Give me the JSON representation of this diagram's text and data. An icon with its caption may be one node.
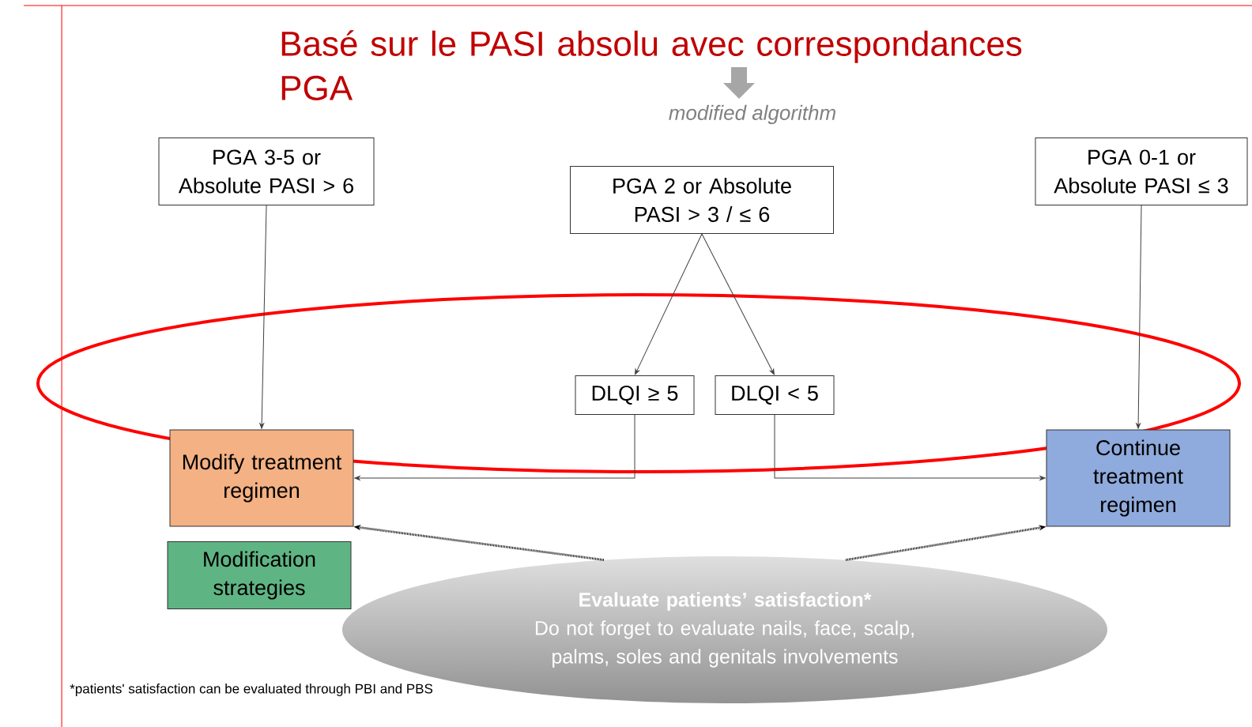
{
  "diagram": {
    "title": "Basé sur le PASI absolu avec correspondances PGA",
    "nodes": [
      {
        "text": [
          "PGA 3-5 or Absolute PASI > 6"
        ]
      },
      {
        "text": [
          "PGA 2 or Absolute PASI > 3 / ≤ 6"
        ]
      },
      {
        "text": [
          "PGA 0-1 or Absolute PASI ≤ 3"
        ]
      },
      {
        "text": [
          "DLQI ≥ 5"
        ]
      },
      {
        "text": [
          "DLQI < 5"
        ]
      },
      {
        "text": [
          "Modify treatment regimen"
        ]
      },
      {
        "text": [
          "Continue treatment regimen"
        ]
      },
      {
        "text": [
          "Modification strategies"
        ]
      },
      {
        "text": [
          "Evaluate patients’ satisfaction*",
          "Do not forget to evaluate nails, face, scalp, palms, soles and genitals involvements"
        ]
      }
    ],
    "edges": [
      {
        "from": 0,
        "to": 5,
        "arrow": "to"
      },
      {
        "from": 1,
        "to": 3,
        "arrow": "to"
      },
      {
        "from": 1,
        "to": 4,
        "arrow": "to"
      },
      {
        "from": 2,
        "to": 6,
        "arrow": "to"
      },
      {
        "from": 3,
        "to": 5,
        "arrow": "to"
      },
      {
        "from": 4,
        "to": 6,
        "arrow": "to"
      },
      {
        "from": 8,
        "to": 5,
        "arrow": "to",
        "style": "dashed"
      },
      {
        "from": 8,
        "to": 6,
        "arrow": "to",
        "style": "dashed"
      }
    ],
    "labels": [
      "modified algorithm",
      "*patients' satisfaction can be evaluated through PBI and PBS"
    ]
  }
}
